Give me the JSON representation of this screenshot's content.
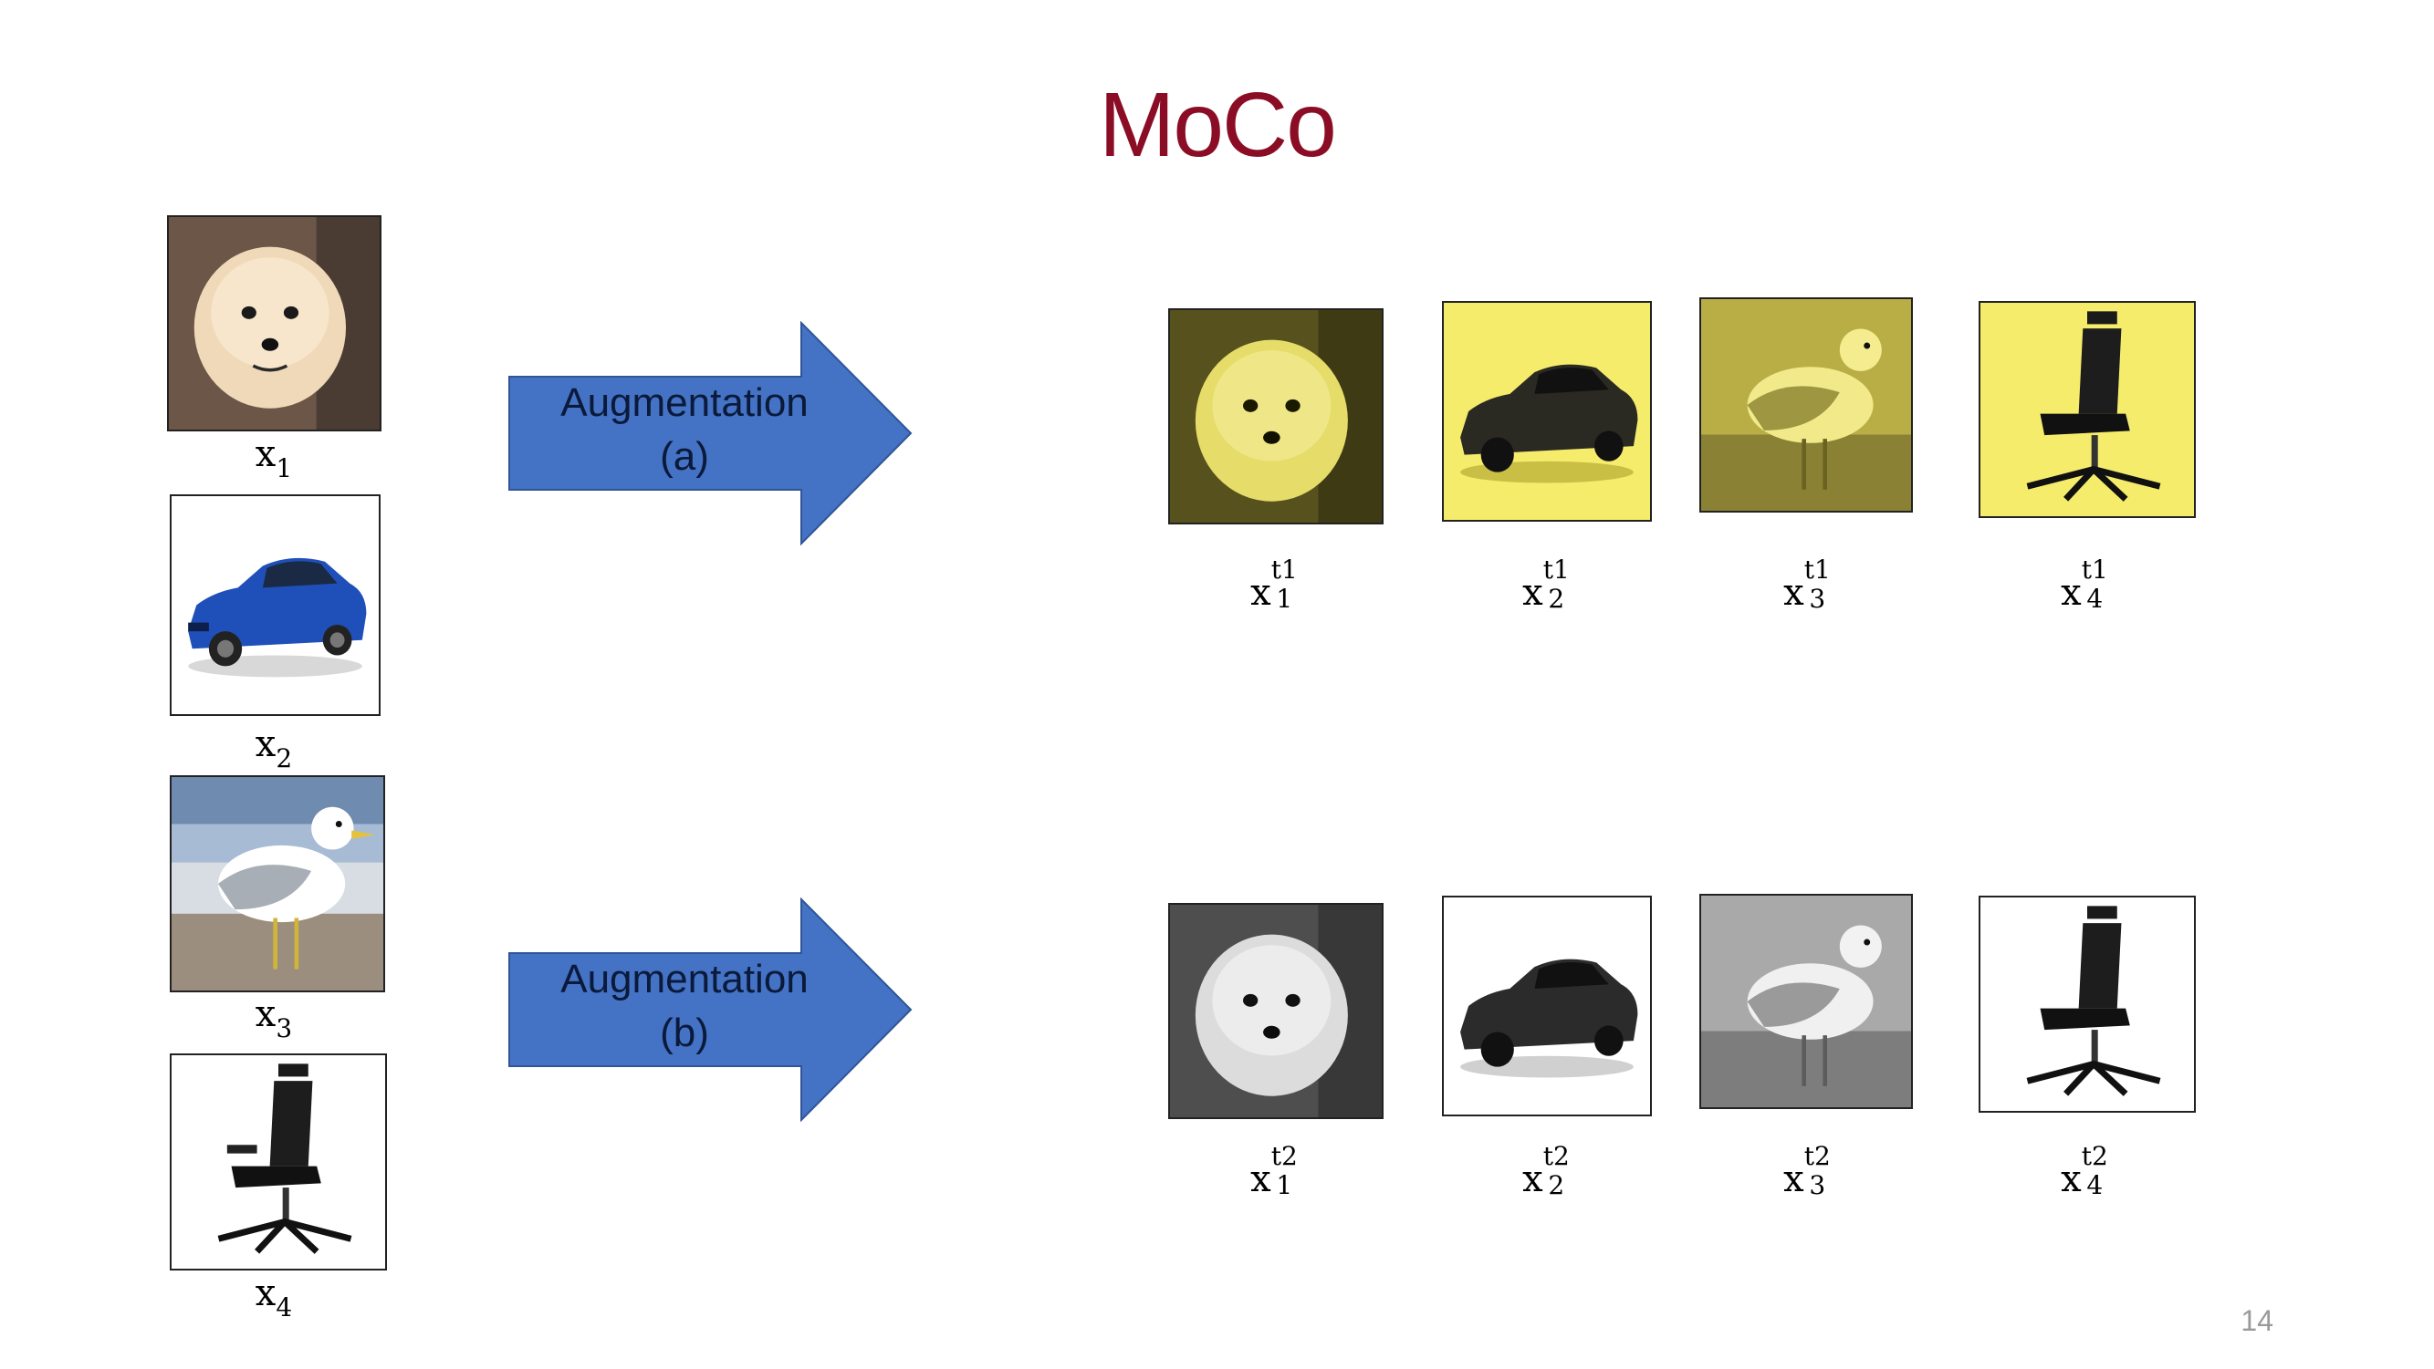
{
  "slide": {
    "title": "MoCo",
    "page_number": "14"
  },
  "inputs": [
    {
      "base": "x",
      "sub": "1",
      "image": "pomeranian-dog"
    },
    {
      "base": "x",
      "sub": "2",
      "image": "blue-sedan-car"
    },
    {
      "base": "x",
      "sub": "3",
      "image": "seagull"
    },
    {
      "base": "x",
      "sub": "4",
      "image": "office-chair"
    }
  ],
  "augmentations": [
    {
      "line1": "Augmentation",
      "line2": "(a)"
    },
    {
      "line1": "Augmentation",
      "line2": "(b)"
    }
  ],
  "outputs_a": [
    {
      "base": "x",
      "sub": "1",
      "sup": "t1"
    },
    {
      "base": "x",
      "sub": "2",
      "sup": "t1"
    },
    {
      "base": "x",
      "sub": "3",
      "sup": "t1"
    },
    {
      "base": "x",
      "sub": "4",
      "sup": "t1"
    }
  ],
  "outputs_b": [
    {
      "base": "x",
      "sub": "1",
      "sup": "t2"
    },
    {
      "base": "x",
      "sub": "2",
      "sup": "t2"
    },
    {
      "base": "x",
      "sub": "3",
      "sup": "t2"
    },
    {
      "base": "x",
      "sub": "4",
      "sup": "t2"
    }
  ],
  "colors": {
    "title": "#8b0d25",
    "arrow": "#4472c4",
    "tint_a": "#f5e85a",
    "tint_b": "#bfbfbf"
  }
}
